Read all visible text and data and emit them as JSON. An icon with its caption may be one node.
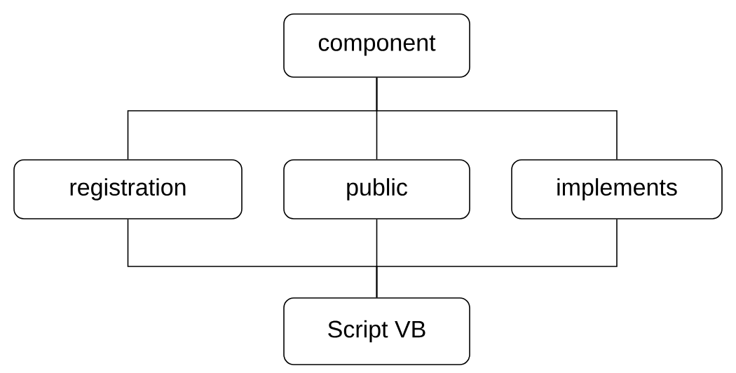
{
  "diagram": {
    "nodes": [
      {
        "text": [
          "component"
        ]
      },
      {
        "text": [
          "registration"
        ]
      },
      {
        "text": [
          "public"
        ]
      },
      {
        "text": [
          "implements"
        ]
      },
      {
        "text": [
          "Script VB"
        ]
      }
    ],
    "edges": [
      {
        "from": 0,
        "to": 1,
        "arrow": "none"
      },
      {
        "from": 0,
        "to": 2,
        "arrow": "none"
      },
      {
        "from": 0,
        "to": 3,
        "arrow": "none"
      },
      {
        "from": 1,
        "to": 4,
        "arrow": "none"
      },
      {
        "from": 2,
        "to": 4,
        "arrow": "none"
      },
      {
        "from": 3,
        "to": 4,
        "arrow": "none"
      }
    ]
  }
}
